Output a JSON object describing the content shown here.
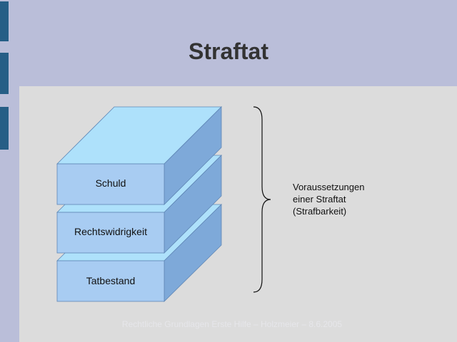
{
  "slide": {
    "title": "Straftat",
    "footer": "Rechtliche Grundlagen Erste Hilfe – Holzmeier –  8.6.2005"
  },
  "diagram": {
    "layers": [
      {
        "label": "Schuld"
      },
      {
        "label": "Rechtswidrigkeit"
      },
      {
        "label": "Tatbestand"
      }
    ],
    "brace_label": {
      "line1": "Voraussetzungen",
      "line2": "einer Straftat",
      "line3": "(Strafbarkeit)"
    }
  },
  "colors": {
    "background": "#babed9",
    "content_area": "#dcdcdc",
    "block_front": "#a8ccf2",
    "block_top": "#aee1fb",
    "block_side": "#7ea9d9",
    "edge_mark": "#265e86"
  }
}
